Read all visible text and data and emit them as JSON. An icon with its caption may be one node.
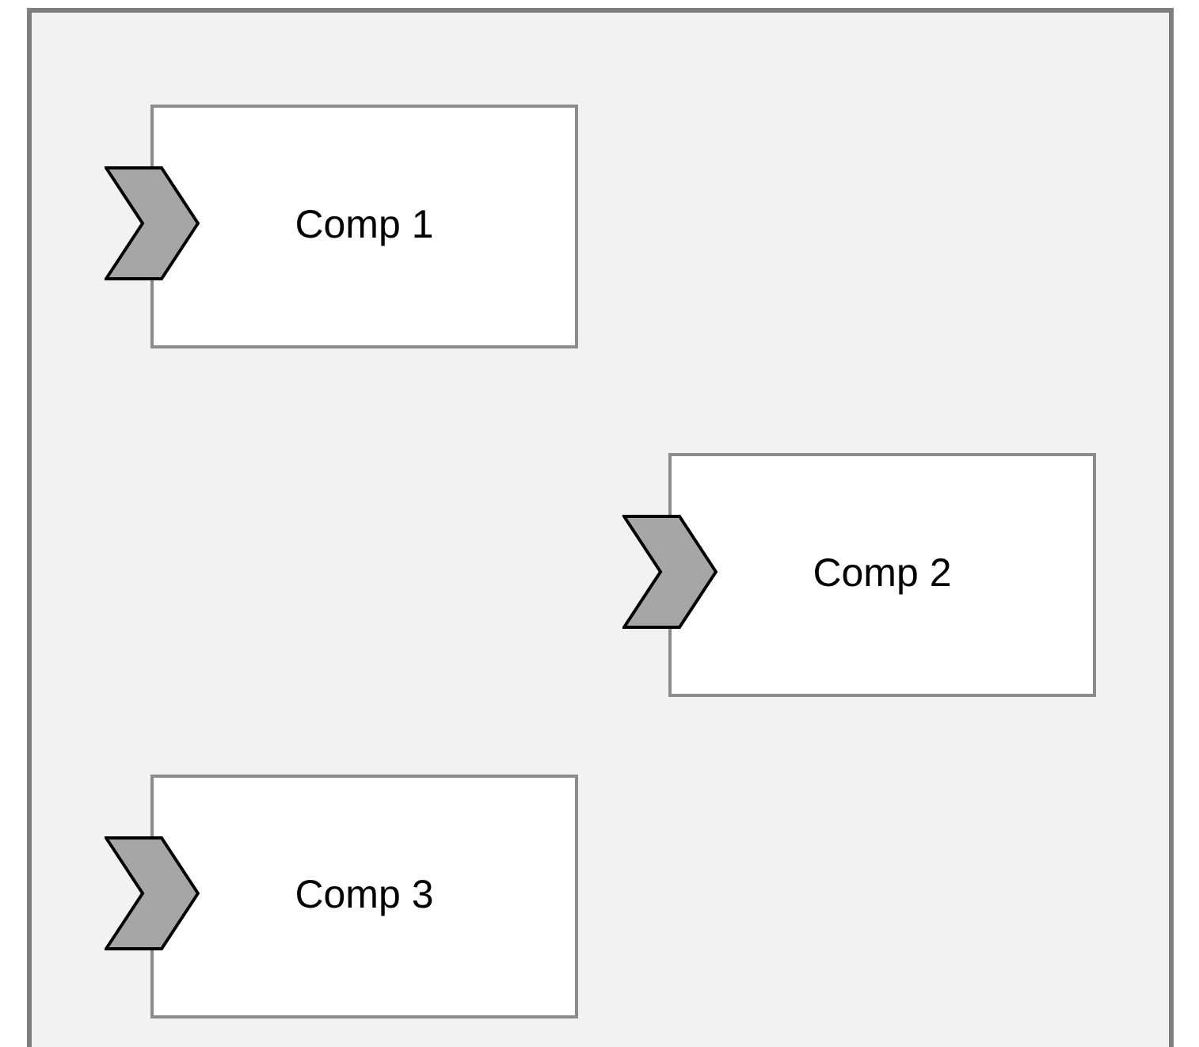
{
  "diagram": {
    "nodes": [
      {
        "text": [],
        "shape": "box"
      },
      {
        "text": [
          "Comp 1"
        ],
        "in": 0
      },
      {
        "text": [
          "Comp 2"
        ],
        "in": 0
      },
      {
        "text": [
          "Comp 3"
        ],
        "in": 0
      }
    ]
  }
}
